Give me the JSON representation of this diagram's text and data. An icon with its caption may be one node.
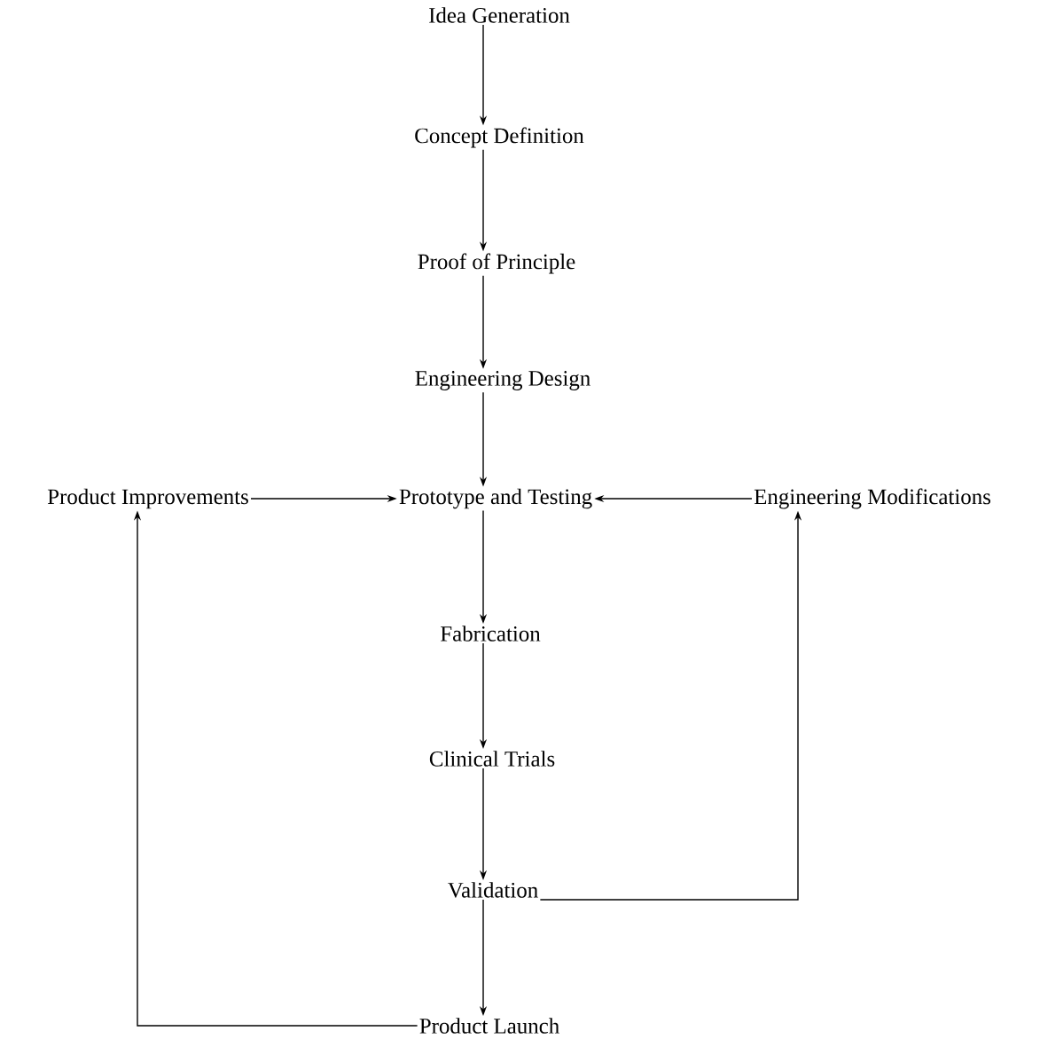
{
  "diagram": {
    "nodes": [
      {
        "text": [
          "Idea Generation"
        ]
      },
      {
        "text": [
          "Concept Definition"
        ]
      },
      {
        "text": [
          "Proof of Principle"
        ]
      },
      {
        "text": [
          "Engineering Design"
        ]
      },
      {
        "text": [
          "Prototype and Testing"
        ]
      },
      {
        "text": [
          "Product Improvements"
        ]
      },
      {
        "text": [
          "Engineering Modifications"
        ]
      },
      {
        "text": [
          "Fabrication"
        ]
      },
      {
        "text": [
          "Clinical Trials"
        ]
      },
      {
        "text": [
          "Validation"
        ]
      },
      {
        "text": [
          "Product Launch"
        ]
      }
    ],
    "edges": [
      {
        "from": 0,
        "to": 1,
        "arrow": "to"
      },
      {
        "from": 1,
        "to": 2,
        "arrow": "to"
      },
      {
        "from": 2,
        "to": 3,
        "arrow": "to"
      },
      {
        "from": 3,
        "to": 4,
        "arrow": "to"
      },
      {
        "from": 5,
        "to": 4,
        "arrow": "to"
      },
      {
        "from": 6,
        "to": 4,
        "arrow": "to"
      },
      {
        "from": 4,
        "to": 7,
        "arrow": "to"
      },
      {
        "from": 7,
        "to": 8,
        "arrow": "to"
      },
      {
        "from": 8,
        "to": 9,
        "arrow": "to"
      },
      {
        "from": 9,
        "to": 10,
        "arrow": "to"
      },
      {
        "from": 9,
        "to": 6,
        "arrow": "to"
      },
      {
        "from": 10,
        "to": 5,
        "arrow": "to"
      }
    ]
  }
}
